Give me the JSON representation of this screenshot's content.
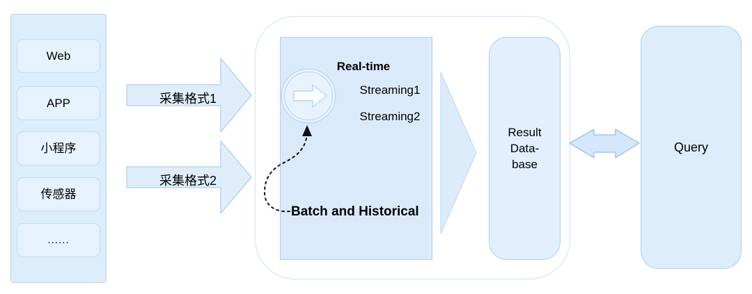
{
  "sources": {
    "items": [
      {
        "label": "Web"
      },
      {
        "label": "APP"
      },
      {
        "label": "小程序"
      },
      {
        "label": "传感器"
      },
      {
        "label": "......"
      }
    ]
  },
  "ingest_arrows": [
    {
      "label": "采集格式1"
    },
    {
      "label": "采集格式2"
    }
  ],
  "processing": {
    "realtime_title": "Real-time",
    "streams": [
      "Streaming1",
      "Streaming2"
    ],
    "batch_label": "Batch and Historical",
    "icon": "arrow-right-circle-icon"
  },
  "result_db": {
    "lines": [
      "Result",
      "Data-",
      "base"
    ]
  },
  "query": {
    "label": "Query"
  },
  "colors": {
    "panel_fill": "#dcedfb",
    "panel_border": "#b7d5ef",
    "node_fill": "#e6f2fd",
    "inner_box_fill": "#dbeafa",
    "block_arrow_fill": "#e0eefb",
    "double_arrow_fill": "#d5e7fa",
    "double_arrow_border": "#9fc5ec",
    "dashed_flow": "#000000",
    "text": "#000000"
  }
}
